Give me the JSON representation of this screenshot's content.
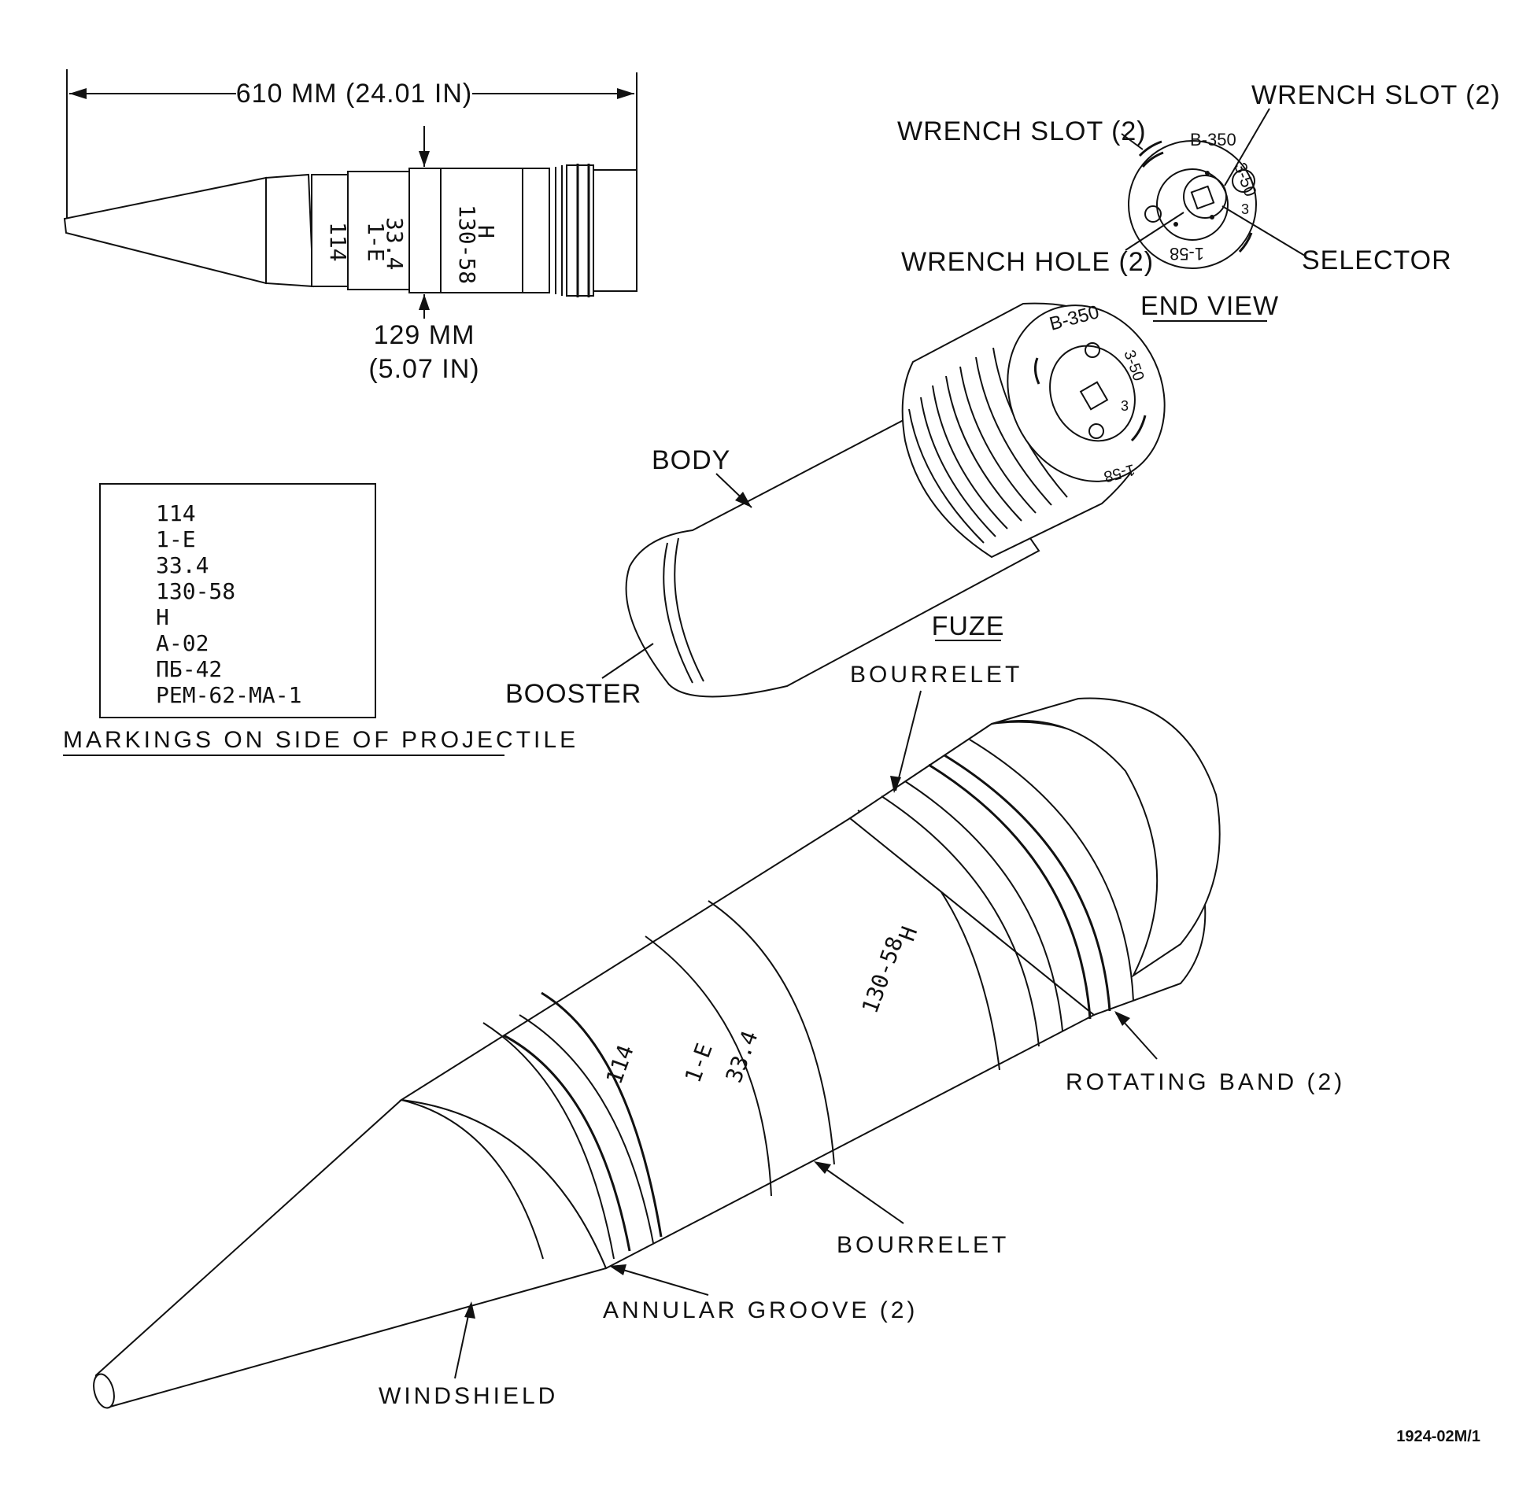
{
  "side_view": {
    "length_label": "610 MM (24.01 IN)",
    "diameter_label_1": "129 MM",
    "diameter_label_2": "(5.07 IN)",
    "band_marks": {
      "m1": "114",
      "m2": "1-E",
      "m3": "33.4",
      "m4": "130-58",
      "m5": "H"
    }
  },
  "markings_box": {
    "lines": [
      "114",
      "1-E",
      "33.4",
      "130-58",
      "H",
      "A-02",
      "ПБ-42",
      "PEM-62-MA-1"
    ],
    "caption": "MARKINGS ON SIDE OF PROJECTILE"
  },
  "end_view": {
    "title": "END VIEW",
    "labels": {
      "wrench_slot_left": "WRENCH SLOT (2)",
      "wrench_slot_right": "WRENCH SLOT (2)",
      "wrench_hole": "WRENCH HOLE (2)",
      "selector": "SELECTOR"
    },
    "face_marks": {
      "top": "B-350",
      "right": "3-50",
      "bottom": "1-58",
      "selector": "3"
    }
  },
  "fuze_view": {
    "title": "FUZE",
    "labels": {
      "body": "BODY",
      "booster": "BOOSTER"
    },
    "face_marks": {
      "top": "B-350",
      "right": "3-50",
      "bottom": "1-58",
      "selector": "3"
    }
  },
  "projectile_view": {
    "labels": {
      "bourrelet_top": "BOURRELET",
      "rotating_band": "ROTATING BAND (2)",
      "bourrelet_bottom": "BOURRELET",
      "annular_groove": "ANNULAR GROOVE (2)",
      "windshield": "WINDSHIELD"
    },
    "marks": {
      "m1": "114",
      "m2": "1-E",
      "m3": "33.4",
      "m4": "130-58",
      "m5": "H"
    }
  },
  "figure_id": "1924-02M/1"
}
